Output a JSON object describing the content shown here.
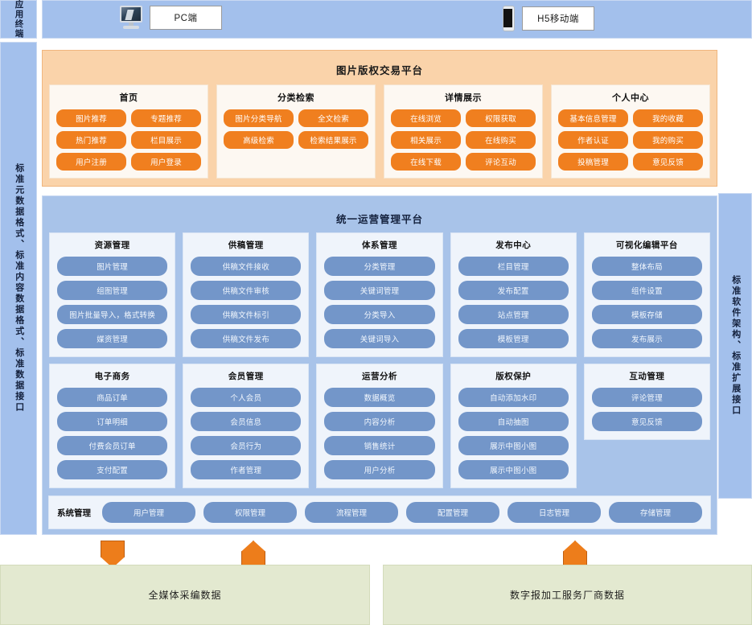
{
  "rails": {
    "top_left": "应用终端",
    "left": "标准元数据格式、标准内容数据格式、标准数据接口",
    "right": "标准软件架构、标准扩展接口"
  },
  "terminals": [
    {
      "icon": "monitor-icon",
      "label": "PC端"
    },
    {
      "icon": "phone-icon",
      "label": "H5移动端"
    }
  ],
  "orange_platform": {
    "title": "图片版权交易平台",
    "accent": "#F07F1F",
    "background": "#FAD3AA",
    "columns": [
      {
        "title": "首页",
        "items": [
          "图片推荐",
          "专题推荐",
          "热门推荐",
          "栏目展示",
          "用户注册",
          "用户登录"
        ]
      },
      {
        "title": "分类检索",
        "items": [
          "图片分类导航",
          "全文检索",
          "高级检索",
          "检索结果展示"
        ]
      },
      {
        "title": "详情展示",
        "items": [
          "在线浏览",
          "权限获取",
          "相关展示",
          "在线购买",
          "在线下载",
          "评论互动"
        ]
      },
      {
        "title": "个人中心",
        "items": [
          "基本信息管理",
          "我的收藏",
          "作者认证",
          "我的购买",
          "投稿管理",
          "意见反馈"
        ]
      }
    ]
  },
  "blue_platform": {
    "title": "统一运营管理平台",
    "accent": "#7396C9",
    "background": "#A8C3E9",
    "row1": [
      {
        "title": "资源管理",
        "items": [
          "图片管理",
          "组图管理",
          "图片批量导入，格式转换",
          "媒资管理"
        ]
      },
      {
        "title": "供稿管理",
        "items": [
          "供稿文件接收",
          "供稿文件审核",
          "供稿文件标引",
          "供稿文件发布"
        ]
      },
      {
        "title": "体系管理",
        "items": [
          "分类管理",
          "关键词管理",
          "分类导入",
          "关键词导入"
        ]
      },
      {
        "title": "发布中心",
        "items": [
          "栏目管理",
          "发布配置",
          "站点管理",
          "模板管理"
        ]
      },
      {
        "title": "可视化编辑平台",
        "items": [
          "整体布局",
          "组件设置",
          "模板存储",
          "发布展示"
        ]
      }
    ],
    "row2": [
      {
        "title": "电子商务",
        "items": [
          "商品订单",
          "订单明细",
          "付费会员订单",
          "支付配置"
        ]
      },
      {
        "title": "会员管理",
        "items": [
          "个人会员",
          "会员信息",
          "会员行为",
          "作者管理"
        ]
      },
      {
        "title": "运营分析",
        "items": [
          "数据概览",
          "内容分析",
          "销售统计",
          "用户分析"
        ]
      },
      {
        "title": "版权保护",
        "items": [
          "自动添加水印",
          "自动抽图",
          "展示中图小图",
          "展示中图小图"
        ]
      },
      {
        "title": "互动管理",
        "items": [
          "评论管理",
          "意见反馈"
        ]
      }
    ],
    "system_management": {
      "label": "系统管理",
      "items": [
        "用户管理",
        "权限管理",
        "流程管理",
        "配置管理",
        "日志管理",
        "存储管理"
      ]
    }
  },
  "arrows": [
    {
      "name": "arrow-down-1",
      "direction": "down",
      "color": "#ED7D1B"
    },
    {
      "name": "arrow-up-1",
      "direction": "up",
      "color": "#ED7D1B"
    },
    {
      "name": "arrow-up-2",
      "direction": "up",
      "color": "#ED7D1B"
    }
  ],
  "data_sources": [
    {
      "label": "全媒体采编数据"
    },
    {
      "label": "数字报加工服务厂商数据"
    }
  ]
}
